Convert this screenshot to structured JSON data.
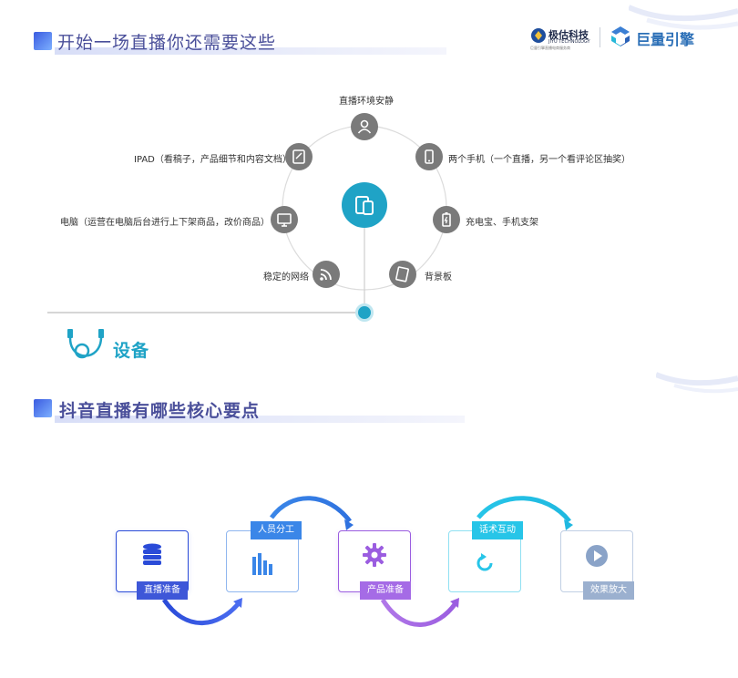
{
  "slide1": {
    "title": "开始一场直播你还需要这些",
    "logos": {
      "jiyu_cn": "极估科技",
      "jiyu_en": "JIYU TECHNOLOGY",
      "jiyu_sub": "巨量引擎直播电商服务商",
      "juliang": "巨量引擎"
    },
    "center_icon": "tablet-icon",
    "items": [
      {
        "label": "直播环境安静",
        "icon": "person-icon"
      },
      {
        "label": "两个手机（一个直播，另一个看评论区抽奖）",
        "icon": "phone-icon"
      },
      {
        "label": "充电宝、手机支架",
        "icon": "battery-icon"
      },
      {
        "label": "背景板",
        "icon": "board-icon"
      },
      {
        "label": "稳定的网络",
        "icon": "wifi-icon"
      },
      {
        "label": "电脑（运营在电脑后台进行上下架商品，改价商品）",
        "icon": "computer-icon"
      },
      {
        "label": "IPAD（看稿子，产品细节和内容文档）",
        "icon": "ipad-icon"
      }
    ],
    "device_label": "设备"
  },
  "slide2": {
    "title": "抖音直播有哪些核心要点",
    "steps": [
      {
        "label": "直播准备",
        "icon": "database-icon",
        "color": "#3e57d8"
      },
      {
        "label": "人员分工",
        "icon": "bar-chart-icon",
        "color": "#3a86e8"
      },
      {
        "label": "产品准备",
        "icon": "gear-icon",
        "color": "#9b5de0"
      },
      {
        "label": "话术互动",
        "icon": "refresh-icon",
        "color": "#27c5e8"
      },
      {
        "label": "效果放大",
        "icon": "play-icon",
        "color": "#8aa3c8"
      }
    ]
  }
}
